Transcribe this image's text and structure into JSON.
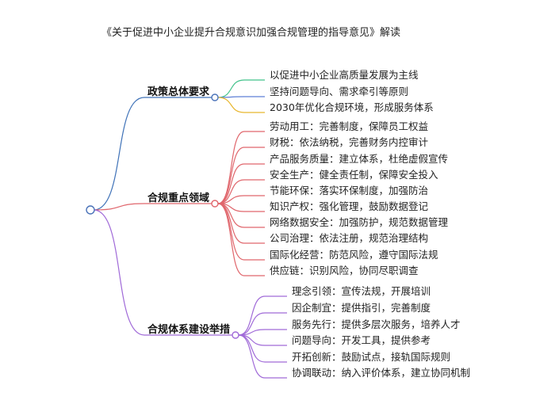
{
  "title": "《关于促进中小企业提升合规意识加强合规管理的指导意见》解读",
  "colors": {
    "node_stroke": "#4a72b8",
    "node_fill": "#ffffff",
    "branch_colors": [
      "#3f72b8",
      "#e0666c",
      "#a06ad8"
    ]
  },
  "branches": [
    {
      "label": "政策总体要求",
      "leaf_colors": [
        "#41c28a",
        "#5d7fd6",
        "#e8b62d"
      ],
      "leaves": [
        "以促进中小企业高质量发展为主线",
        "坚持问题导向、需求牵引等原则",
        "2030年优化合规环境，形成服务体系"
      ]
    },
    {
      "label": "合规重点领域",
      "leaves": [
        "劳动用工：完善制度，保障员工权益",
        "财税：依法纳税，完善财务内控审计",
        "产品服务质量：建立体系，杜绝虚假宣传",
        "安全生产：健全责任制，保障安全投入",
        "节能环保：落实环保制度，加强防治",
        "知识产权：强化管理，鼓励数据登记",
        "网络数据安全：加强防护，规范数据管理",
        "公司治理：依法注册，规范治理结构",
        "国际化经营：防范风险，遵守国际法规",
        "供应链：识别风险，协同尽职调查"
      ]
    },
    {
      "label": "合规体系建设举措",
      "leaves": [
        "理念引领：宣传法规，开展培训",
        "因企制宜：提供指引，完善制度",
        "服务先行：提供多层次服务，培养人才",
        "问题导向：开发工具，提供参考",
        "开拓创新：鼓励试点，接轨国际规则",
        "协调联动：纳入评价体系，建立协同机制"
      ]
    }
  ]
}
